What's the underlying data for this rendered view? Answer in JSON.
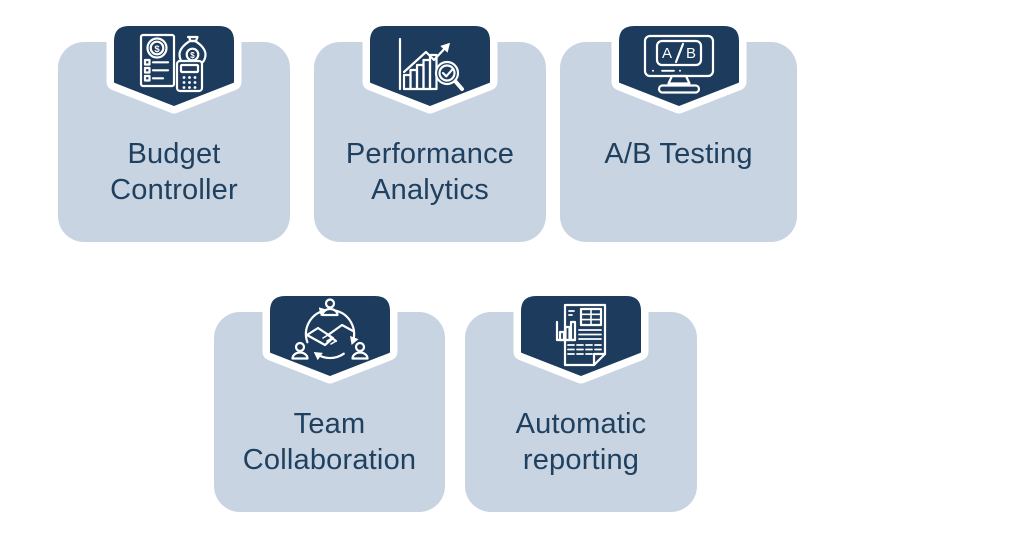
{
  "colors": {
    "background": "#ffffff",
    "card_background": "#c8d4e1",
    "badge_background": "#1d3b5c",
    "label_text": "#20405f",
    "icon_stroke": "#ffffff"
  },
  "cards": [
    {
      "line1": "Budget",
      "line2": "Controller",
      "icon": "budget-calculator-icon"
    },
    {
      "line1": "Performance",
      "line2": "Analytics",
      "icon": "performance-analytics-icon"
    },
    {
      "line1": "A/B Testing",
      "line2": "",
      "icon": "ab-testing-monitor-icon"
    },
    {
      "line1": "Team",
      "line2": "Collaboration",
      "icon": "team-collaboration-icon"
    },
    {
      "line1": "Automatic",
      "line2": "reporting",
      "icon": "automatic-reporting-icon"
    }
  ],
  "ab_icon": {
    "a": "A",
    "b": "B"
  },
  "budget_icon": {
    "currency": "$"
  }
}
